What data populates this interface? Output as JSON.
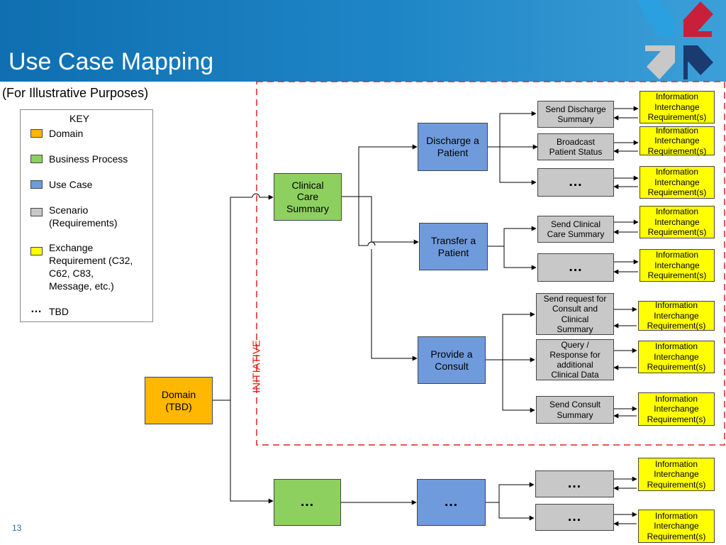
{
  "header": {
    "title": "Use Case Mapping"
  },
  "subtitle": "(For Illustrative Purposes)",
  "key": {
    "title": "KEY",
    "items": [
      {
        "label": "Domain",
        "color": "#ffb700"
      },
      {
        "label": "Business Process",
        "color": "#8ed060"
      },
      {
        "label": "Use Case",
        "color": "#6f9bdc"
      },
      {
        "label": "Scenario\n(Requirements)",
        "color": "#c8c8c8"
      },
      {
        "label": "Exchange\nRequirement (C32,\nC62, C83,\nMessage, etc.)",
        "color": "#ffff00"
      }
    ],
    "tbd_symbol": "…",
    "tbd_label": "TBD"
  },
  "initiative_label": "INITIATIVE",
  "domain": {
    "label": "Domain\n(TBD)"
  },
  "business_processes": [
    {
      "label": "Clinical\nCare\nSummary"
    },
    {
      "label": "…"
    }
  ],
  "use_cases": [
    {
      "label": "Discharge a\nPatient"
    },
    {
      "label": "Transfer a\nPatient"
    },
    {
      "label": "Provide a\nConsult"
    },
    {
      "label": "…"
    }
  ],
  "scenarios": [
    {
      "label": "Send Discharge\nSummary"
    },
    {
      "label": "Broadcast\nPatient Status"
    },
    {
      "label": "…"
    },
    {
      "label": "Send Clinical\nCare Summary"
    },
    {
      "label": "…"
    },
    {
      "label": "Send request for\nConsult and\nClinical\nSummary"
    },
    {
      "label": "Query /\nResponse for\nadditional\nClinical Data"
    },
    {
      "label": "Send Consult\nSummary"
    },
    {
      "label": "…"
    },
    {
      "label": "…"
    }
  ],
  "exchange_label": "Information\nInterchange\nRequirement(s)",
  "page_number": "13"
}
